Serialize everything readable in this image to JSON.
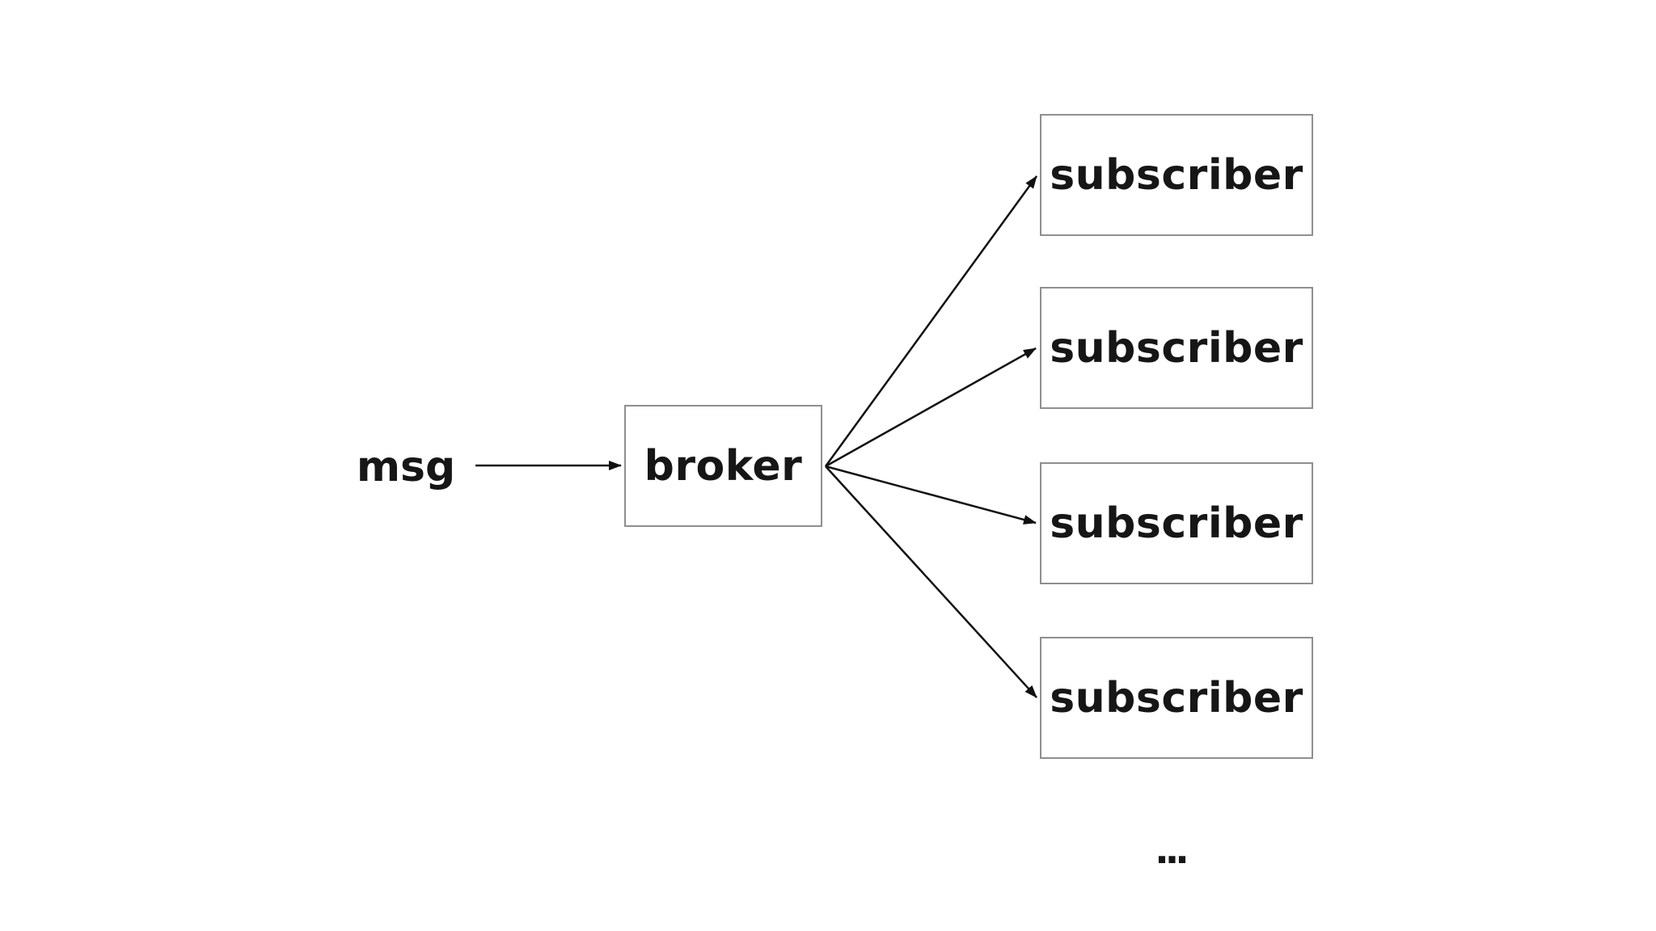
{
  "diagram": {
    "message_label": "msg",
    "broker": {
      "label": "broker"
    },
    "subscribers": [
      {
        "label": "subscriber"
      },
      {
        "label": "subscriber"
      },
      {
        "label": "subscriber"
      },
      {
        "label": "subscriber"
      }
    ],
    "ellipsis": "...",
    "edges": [
      {
        "from": "msg",
        "to": "broker"
      },
      {
        "from": "broker",
        "to": "subscriber-1"
      },
      {
        "from": "broker",
        "to": "subscriber-2"
      },
      {
        "from": "broker",
        "to": "subscriber-3"
      },
      {
        "from": "broker",
        "to": "subscriber-4"
      }
    ],
    "colors": {
      "background": "#ffffff",
      "box_border": "#8f8f8f",
      "text": "#161616",
      "arrow": "#111111"
    }
  }
}
